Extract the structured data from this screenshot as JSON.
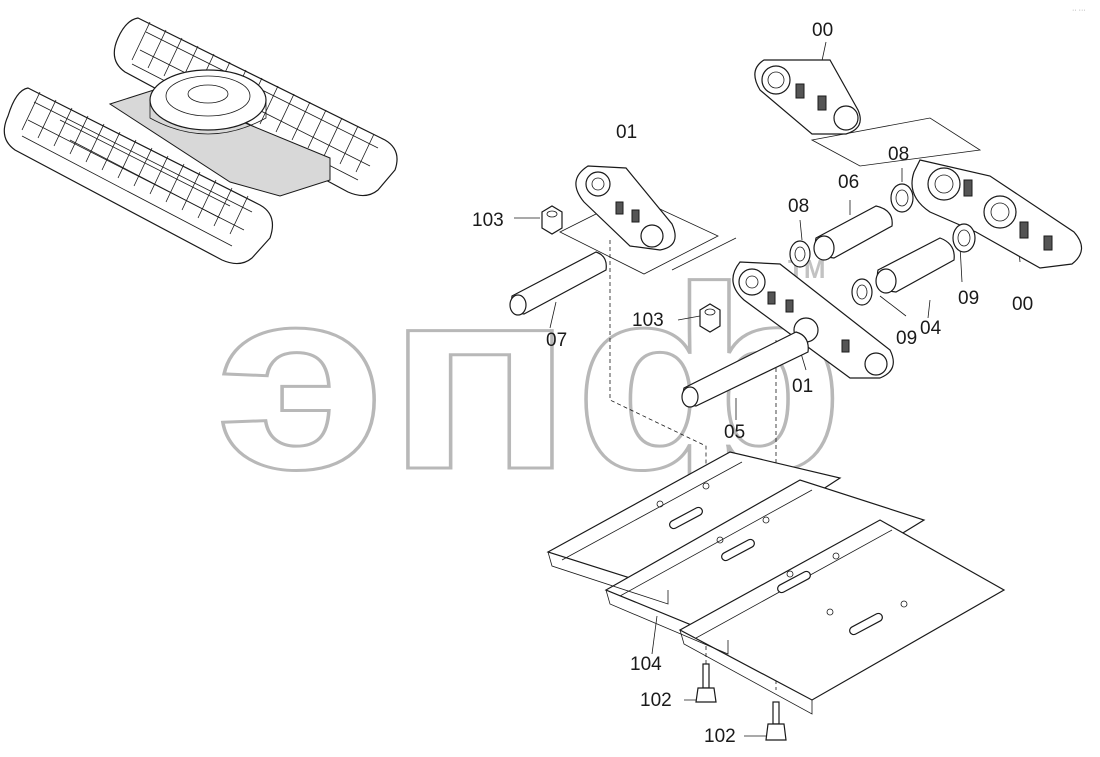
{
  "diagram": {
    "callouts": [
      {
        "id": "c00a",
        "text": "00"
      },
      {
        "id": "c01a",
        "text": "01"
      },
      {
        "id": "c103a",
        "text": "103"
      },
      {
        "id": "c08a",
        "text": "08"
      },
      {
        "id": "c06",
        "text": "06"
      },
      {
        "id": "c08b",
        "text": "08"
      },
      {
        "id": "c07",
        "text": "07"
      },
      {
        "id": "c103b",
        "text": "103"
      },
      {
        "id": "c09a",
        "text": "09"
      },
      {
        "id": "c04",
        "text": "04"
      },
      {
        "id": "c09b",
        "text": "09"
      },
      {
        "id": "c00b",
        "text": "00"
      },
      {
        "id": "c01b",
        "text": "01"
      },
      {
        "id": "c05",
        "text": "05"
      },
      {
        "id": "c104",
        "text": "104"
      },
      {
        "id": "c102a",
        "text": "102"
      },
      {
        "id": "c102b",
        "text": "102"
      }
    ],
    "watermark": {
      "text": "эпф",
      "trademark": "TM"
    },
    "corner_mark": "·· ···"
  }
}
